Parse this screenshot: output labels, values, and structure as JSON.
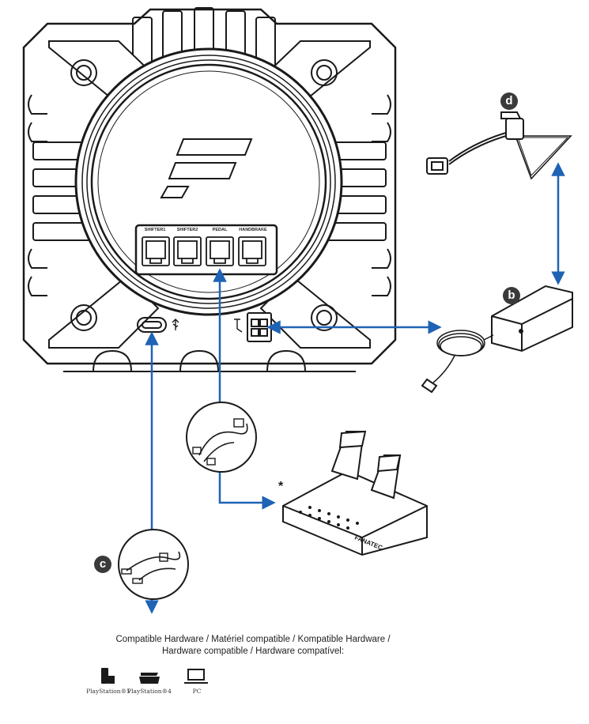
{
  "ports": {
    "shifter1": "SHIFTER1",
    "shifter2": "SHIFTER2",
    "pedal": "PEDAL",
    "handbrake": "HANDBRAKE"
  },
  "badges": {
    "b": "b",
    "c": "c",
    "d": "d"
  },
  "pedals_note": "*",
  "pedal_brand": "FANATEC",
  "compatible": {
    "line1": "Compatible Hardware / Matériel compatible / Kompatible Hardware /",
    "line2": "Hardware compatible / Hardware compatível:"
  },
  "hardware": [
    {
      "name": "PlayStation®5",
      "icon": "ps5-console-icon"
    },
    {
      "name": "PlayStation®4",
      "icon": "ps4-console-icon"
    },
    {
      "name": "PC",
      "icon": "laptop-icon"
    }
  ],
  "colors": {
    "connector_line": "#1f63b5",
    "outline": "#1a1a1a",
    "badge": "#3a3a3a"
  }
}
